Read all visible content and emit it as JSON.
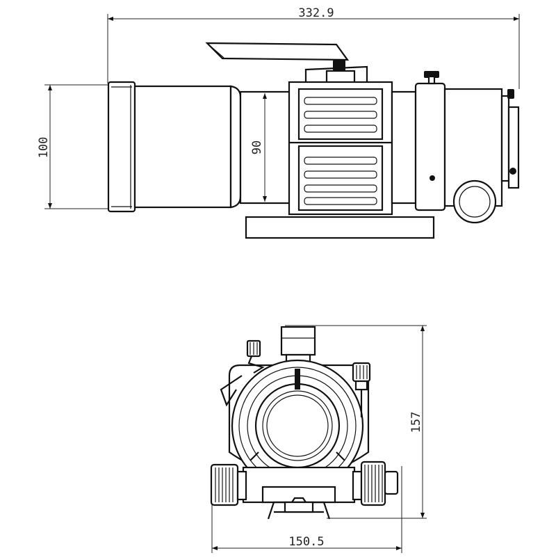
{
  "diagram": {
    "side_view": {
      "dim_total_length": "332.9",
      "dim_dew_shield_diameter": "100",
      "dim_tube_diameter": "90"
    },
    "rear_view": {
      "dim_height": "157",
      "dim_width": "150.5"
    },
    "colors": {
      "line": "#111111",
      "background": "#ffffff"
    }
  }
}
